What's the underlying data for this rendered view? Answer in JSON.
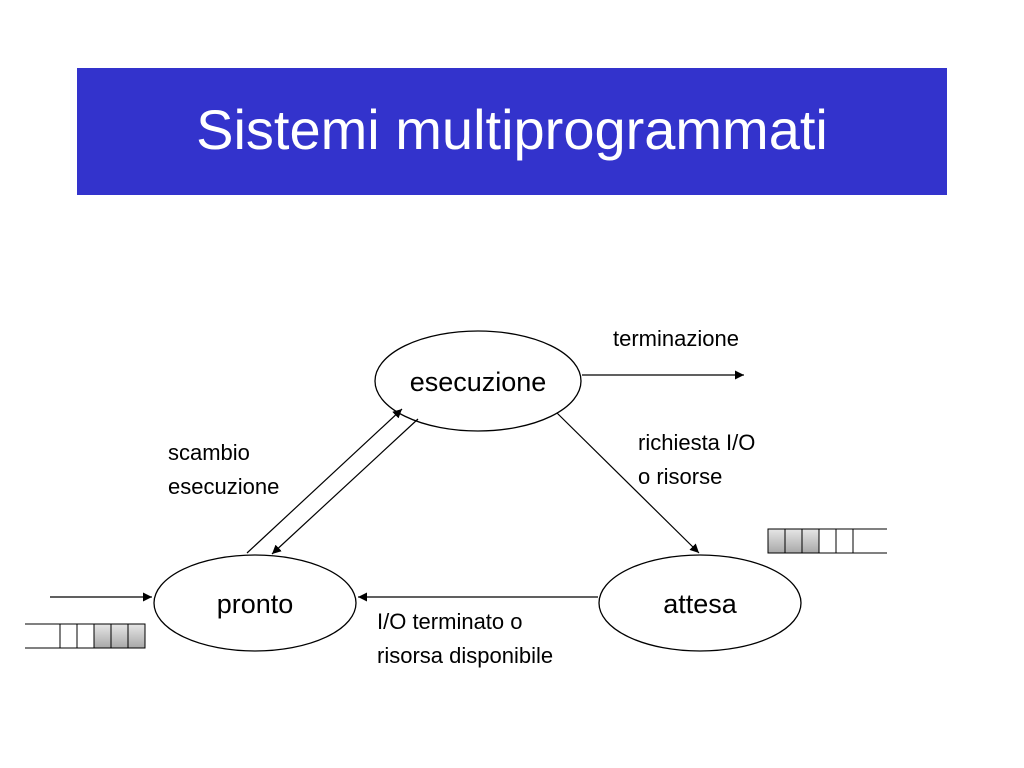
{
  "title": "Sistemi multiprogrammati",
  "nodes": {
    "execution": "esecuzione",
    "ready": "pronto",
    "waiting": "attesa"
  },
  "labels": {
    "termination": "terminazione",
    "io_request": [
      "richiesta I/O",
      "o risorse"
    ],
    "exec_swap": [
      "scambio",
      "esecuzione"
    ],
    "io_done": [
      "I/O terminato o",
      "risorsa disponibile"
    ]
  },
  "colors": {
    "title_background": "#3333cc",
    "title_text": "#ffffff",
    "queue_filled_cell": "#c8c8c8"
  }
}
